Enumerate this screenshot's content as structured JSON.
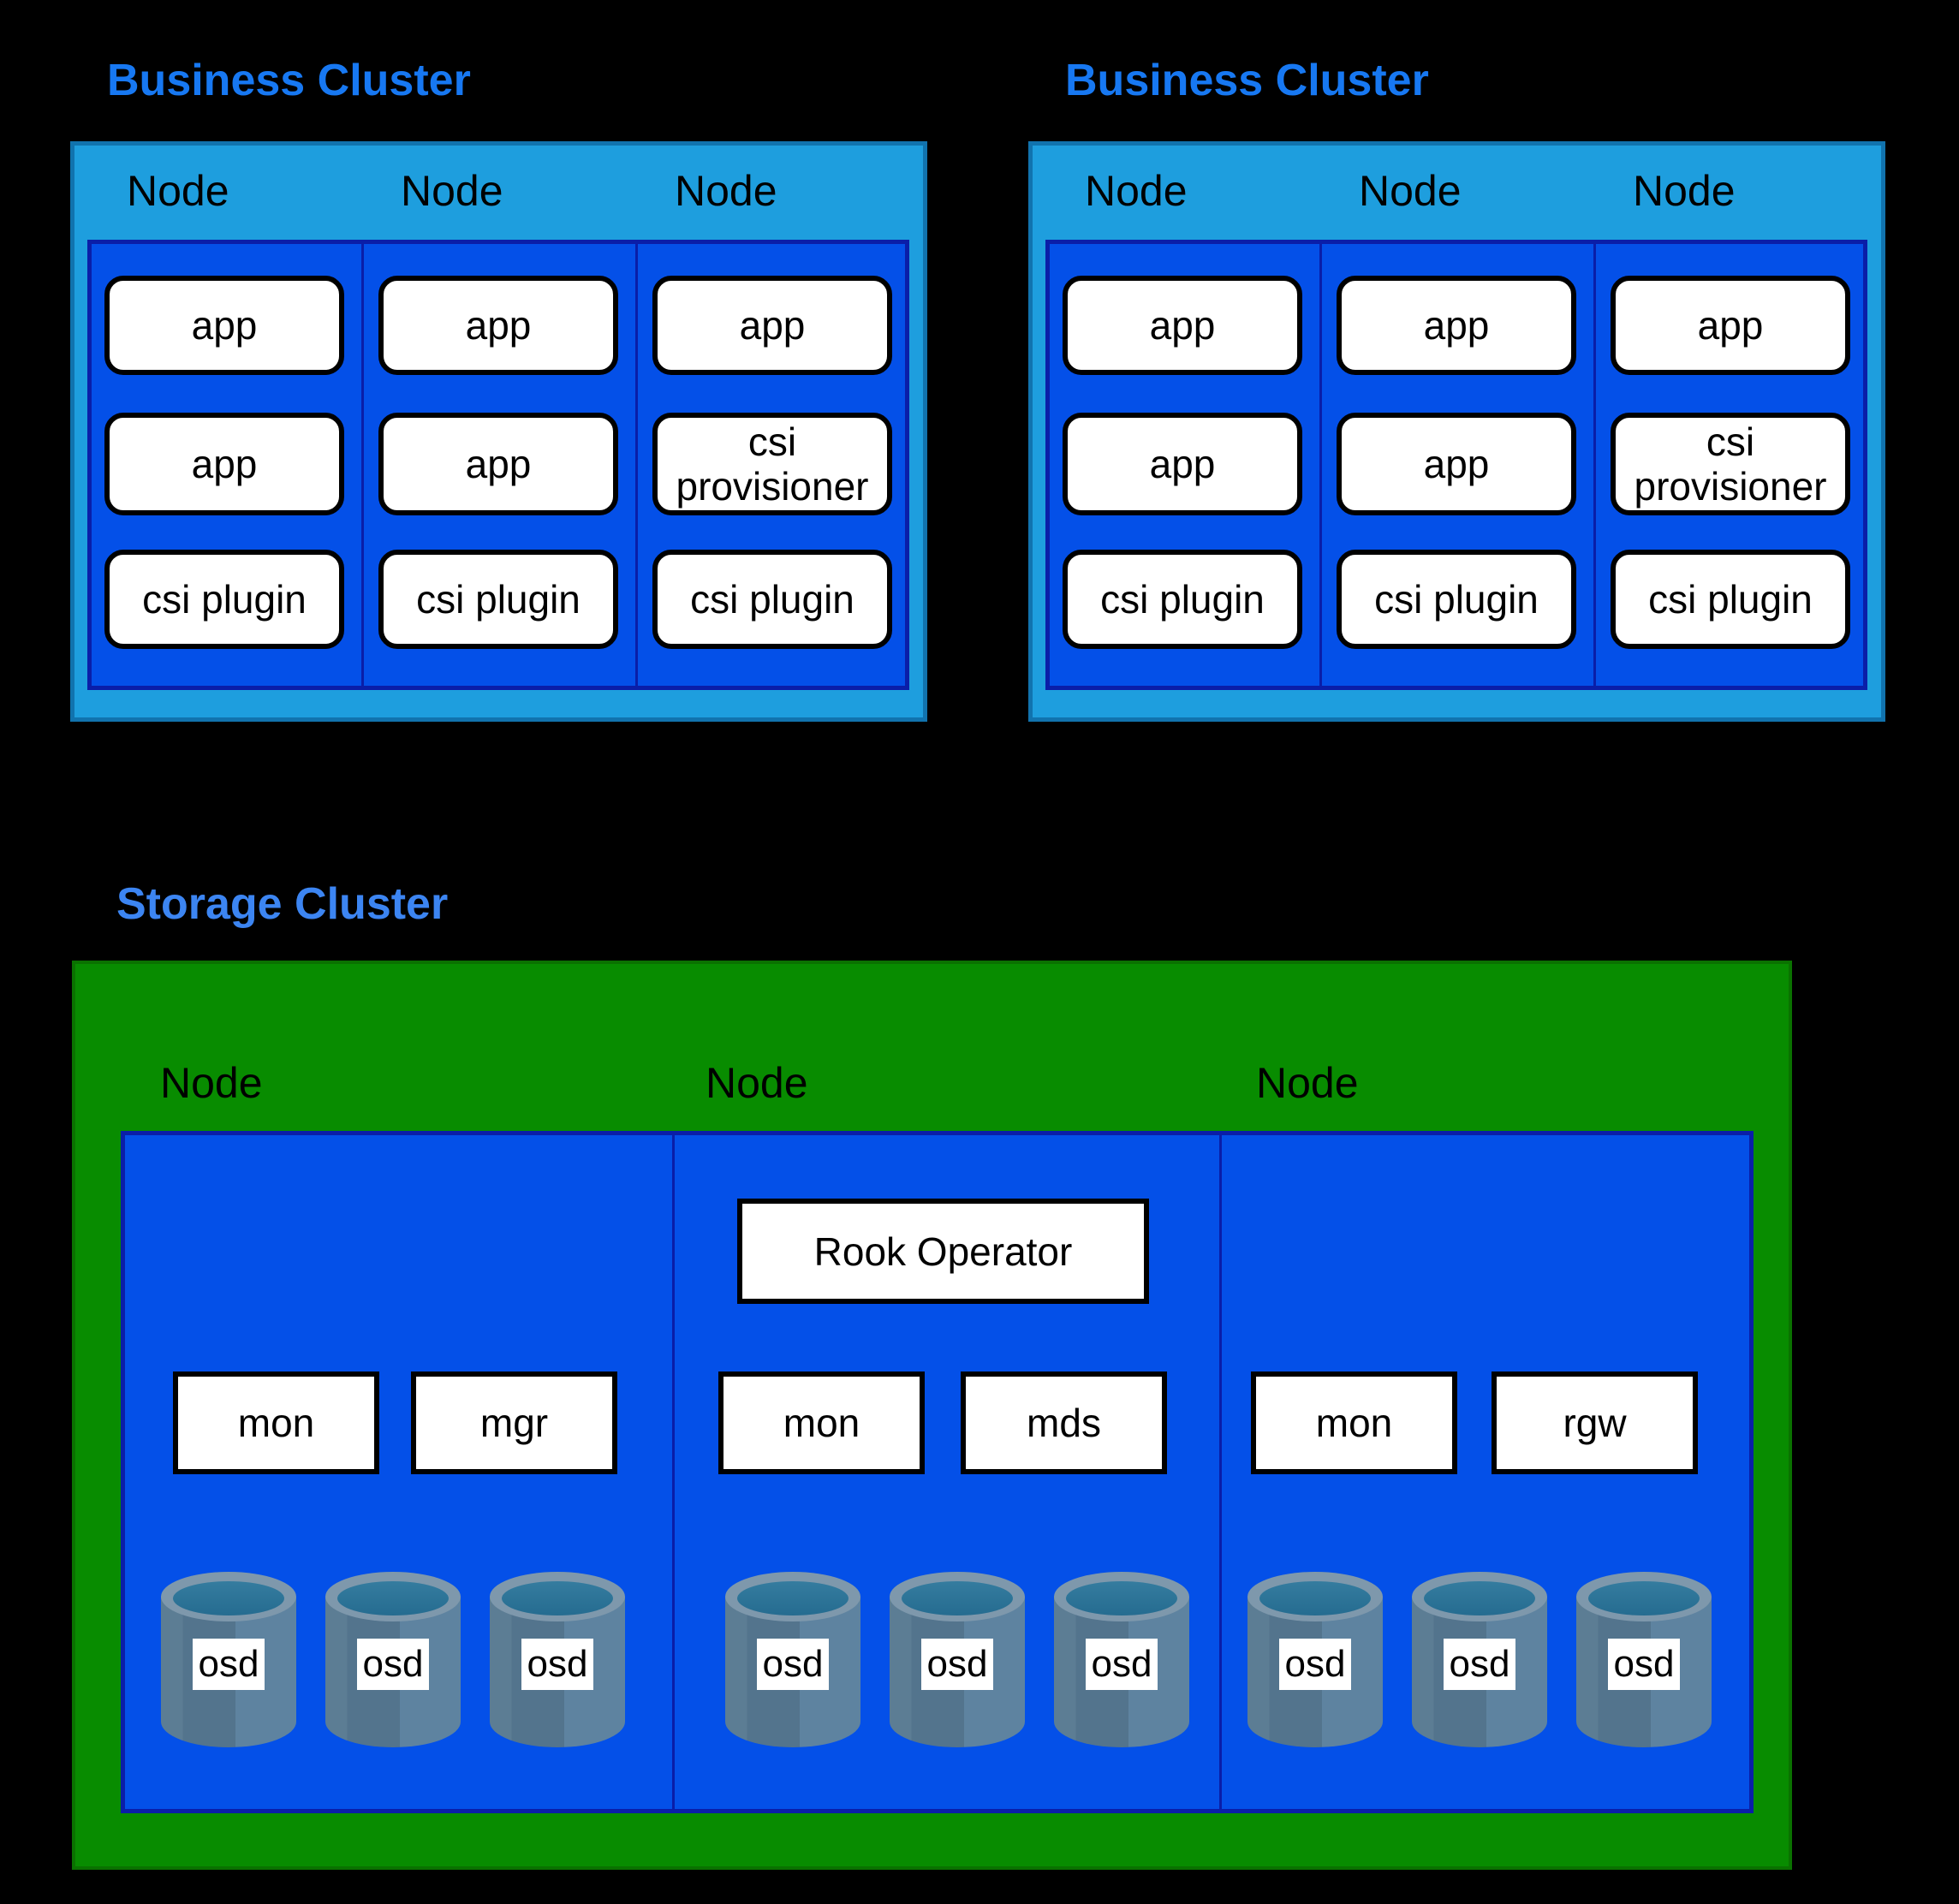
{
  "colors": {
    "background": "#000000",
    "cluster_header_fill": "#1E9EDE",
    "cluster_header_border": "#1173AE",
    "node_fill": "#0450E8",
    "node_border": "#0A1EA8",
    "pod_fill": "#FFFFFF",
    "pod_border": "#000000",
    "green_fill": "#088C00",
    "green_border": "#0A7200",
    "business_title_color": "#1778F2",
    "storage_title_color": "#3C85F2",
    "osd_body_light": "#5E83A0",
    "osd_rim": "#7E98AC",
    "osd_hole": "#2D7195"
  },
  "business_clusters": [
    {
      "title": "Business Cluster",
      "nodes": [
        {
          "label": "Node",
          "pods": [
            "app",
            "app",
            "csi plugin"
          ]
        },
        {
          "label": "Node",
          "pods": [
            "app",
            "app",
            "csi plugin"
          ]
        },
        {
          "label": "Node",
          "pods": [
            "app",
            "csi\nprovisioner",
            "csi plugin"
          ]
        }
      ]
    },
    {
      "title": "Business Cluster",
      "nodes": [
        {
          "label": "Node",
          "pods": [
            "app",
            "app",
            "csi plugin"
          ]
        },
        {
          "label": "Node",
          "pods": [
            "app",
            "app",
            "csi plugin"
          ]
        },
        {
          "label": "Node",
          "pods": [
            "app",
            "csi\nprovisioner",
            "csi plugin"
          ]
        }
      ]
    }
  ],
  "storage_cluster": {
    "title": "Storage Cluster",
    "nodes": [
      {
        "label": "Node",
        "daemons": [
          "mon",
          "mgr"
        ],
        "osds": [
          "osd",
          "osd",
          "osd"
        ]
      },
      {
        "label": "Node",
        "operator": "Rook Operator",
        "daemons": [
          "mon",
          "mds"
        ],
        "osds": [
          "osd",
          "osd",
          "osd"
        ]
      },
      {
        "label": "Node",
        "daemons": [
          "mon",
          "rgw"
        ],
        "osds": [
          "osd",
          "osd",
          "osd"
        ]
      }
    ]
  }
}
